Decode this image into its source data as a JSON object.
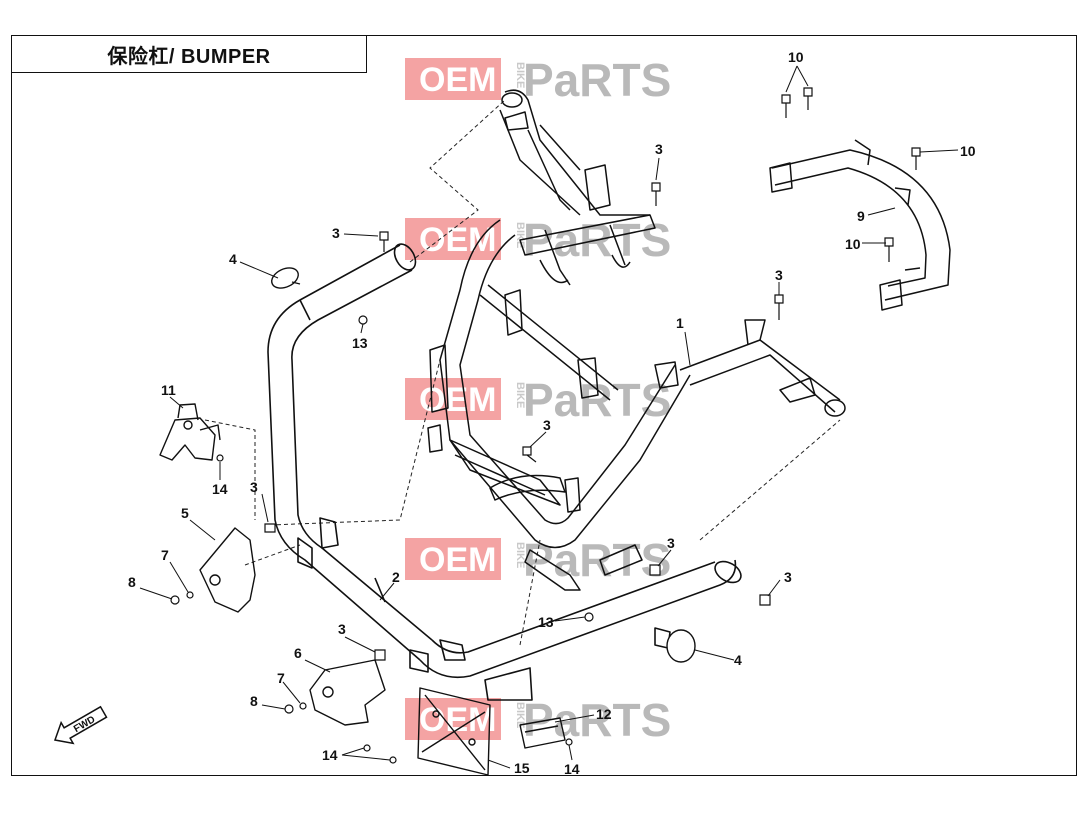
{
  "title": "保险杠/ BUMPER",
  "fwd_label": "FWD",
  "watermark": {
    "oem": "OEM",
    "bike": "BIKE",
    "parts": "PaRTS",
    "oem_bg": "#f4a3a3",
    "parts_accent": "#e8868a"
  },
  "callouts": [
    {
      "id": "c1",
      "label": "1"
    },
    {
      "id": "c2",
      "label": "2"
    },
    {
      "id": "c3a",
      "label": "3"
    },
    {
      "id": "c3b",
      "label": "3"
    },
    {
      "id": "c3c",
      "label": "3"
    },
    {
      "id": "c3d",
      "label": "3"
    },
    {
      "id": "c3e",
      "label": "3"
    },
    {
      "id": "c3f",
      "label": "3"
    },
    {
      "id": "c3g",
      "label": "3"
    },
    {
      "id": "c3h",
      "label": "3"
    },
    {
      "id": "c4a",
      "label": "4"
    },
    {
      "id": "c4b",
      "label": "4"
    },
    {
      "id": "c5",
      "label": "5"
    },
    {
      "id": "c6",
      "label": "6"
    },
    {
      "id": "c7a",
      "label": "7"
    },
    {
      "id": "c7b",
      "label": "7"
    },
    {
      "id": "c8a",
      "label": "8"
    },
    {
      "id": "c8b",
      "label": "8"
    },
    {
      "id": "c9",
      "label": "9"
    },
    {
      "id": "c10a",
      "label": "10"
    },
    {
      "id": "c10b",
      "label": "10"
    },
    {
      "id": "c10c",
      "label": "10"
    },
    {
      "id": "c11",
      "label": "11"
    },
    {
      "id": "c12",
      "label": "12"
    },
    {
      "id": "c13a",
      "label": "13"
    },
    {
      "id": "c13b",
      "label": "13"
    },
    {
      "id": "c14a",
      "label": "14"
    },
    {
      "id": "c14b",
      "label": "14"
    },
    {
      "id": "c14c",
      "label": "14"
    },
    {
      "id": "c15",
      "label": "15"
    }
  ]
}
